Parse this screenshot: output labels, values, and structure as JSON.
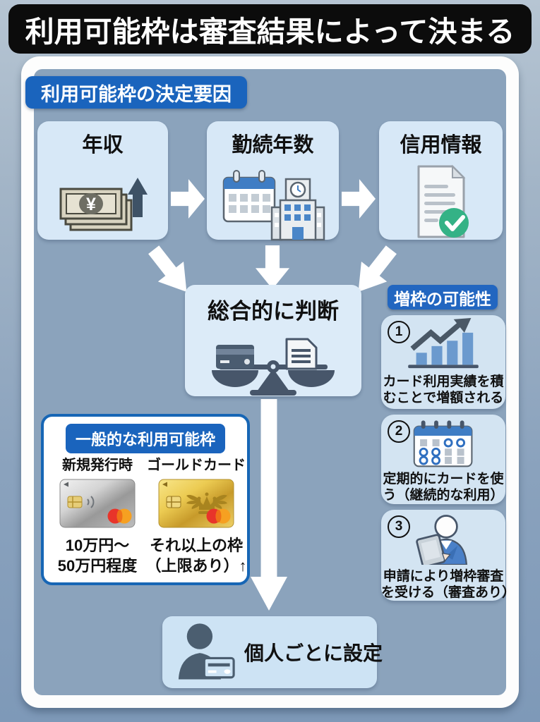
{
  "title": "利用可能枠は審査結果によって決まる",
  "panel": {
    "section_badge": "利用可能枠の決定要因"
  },
  "factors": [
    {
      "label": "年収",
      "icon": "money-banknotes-icon"
    },
    {
      "label": "勤続年数",
      "icon": "calendar-building-icon"
    },
    {
      "label": "信用情報",
      "icon": "document-check-icon"
    }
  ],
  "judgement": {
    "label": "総合的に判断",
    "icon": "balance-scale-icon"
  },
  "increase": {
    "badge": "増枠の可能性",
    "items": [
      {
        "number": "1",
        "icon": "bar-chart-growth-icon",
        "line1": "カード利用実績を積",
        "line2": "むことで増額される"
      },
      {
        "number": "2",
        "icon": "calendar-icon",
        "line1": "定期的にカードを使",
        "line2": "う（継続的な利用）"
      },
      {
        "number": "3",
        "icon": "person-tablet-icon",
        "line1": "申請により増枠審査",
        "line2": "を受ける（審査あり）"
      }
    ]
  },
  "general": {
    "badge": "一般的な利用可能枠",
    "columns": [
      {
        "header": "新規発行時",
        "card": "silver-card",
        "line1": "10万円〜",
        "line2": "50万円程度"
      },
      {
        "header": "ゴールドカード",
        "card": "gold-card",
        "line1": "それ以上の枠",
        "line2": "（上限あり）↑"
      }
    ]
  },
  "personal": {
    "label": "個人ごとに設定",
    "icon": "person-card-icon"
  },
  "icons": {
    "yen_symbol": "¥"
  },
  "colors": {
    "banner_bg": "#0c0c0c",
    "accent_blue": "#1a64bd",
    "panel_bg": "#8ba3bc",
    "box_light_blue": "#d7e8f7",
    "check_green": "#34b286",
    "dark_slate": "#47566a"
  }
}
